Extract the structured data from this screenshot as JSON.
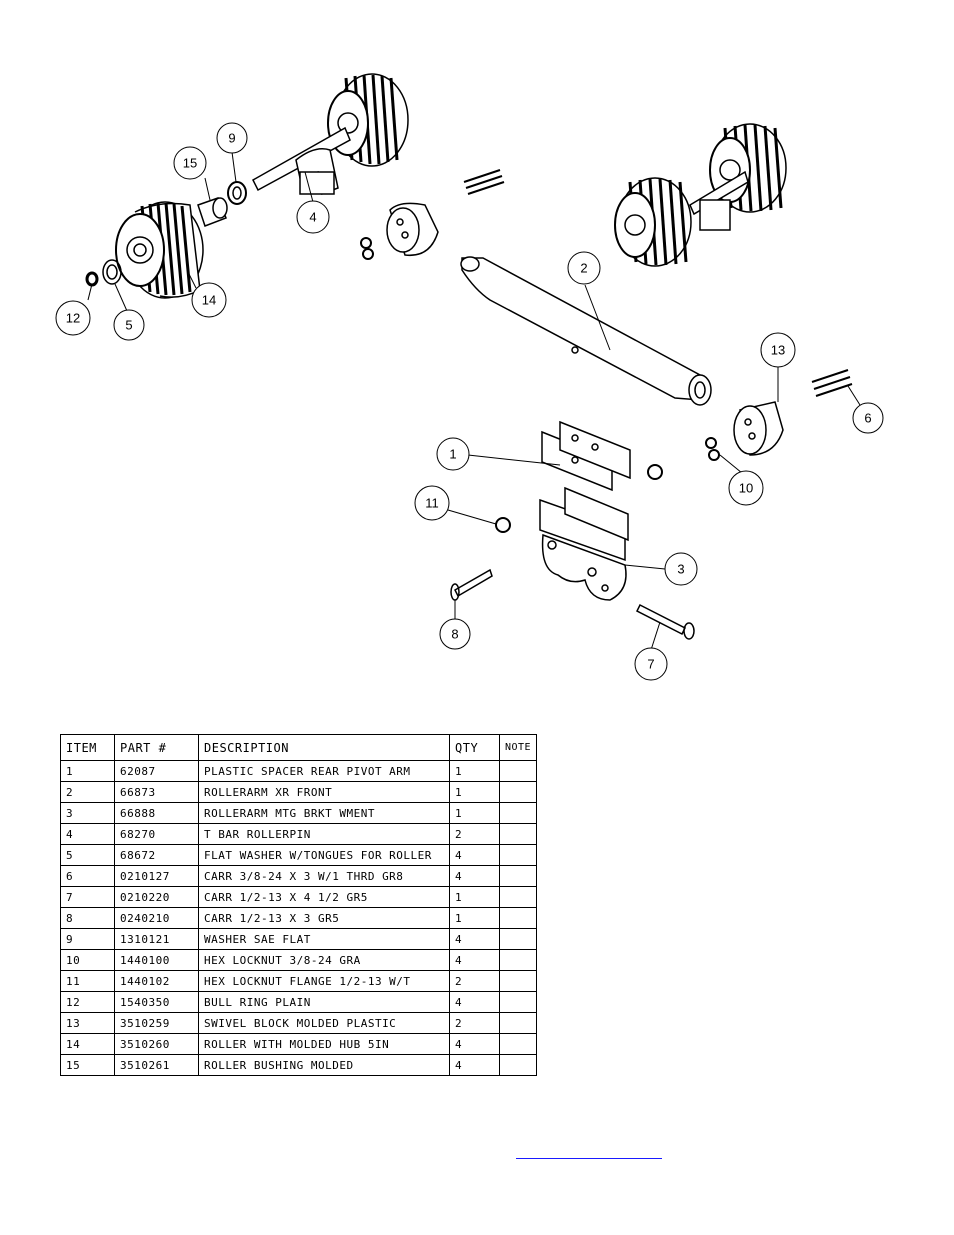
{
  "callouts": [
    "1",
    "2",
    "3",
    "4",
    "5",
    "6",
    "7",
    "8",
    "9",
    "10",
    "11",
    "12",
    "13",
    "14",
    "15"
  ],
  "table": {
    "headers": [
      "ITEM",
      "PART #",
      "DESCRIPTION",
      "QTY",
      "NOTE"
    ],
    "rows": [
      {
        "item": "1",
        "part": "62087",
        "description": "PLASTIC SPACER REAR PIVOT ARM",
        "qty": "1",
        "note": ""
      },
      {
        "item": "2",
        "part": "66873",
        "description": "ROLLERARM XR FRONT",
        "qty": "1",
        "note": ""
      },
      {
        "item": "3",
        "part": "66888",
        "description": "ROLLERARM MTG BRKT WMENT",
        "qty": "1",
        "note": ""
      },
      {
        "item": "4",
        "part": "68270",
        "description": "T BAR ROLLERPIN",
        "qty": "2",
        "note": ""
      },
      {
        "item": "5",
        "part": "68672",
        "description": "FLAT WASHER W/TONGUES FOR ROLLER",
        "qty": "4",
        "note": ""
      },
      {
        "item": "6",
        "part": "0210127",
        "description": "CARR 3/8-24 X 3 W/1 THRD GR8",
        "qty": "4",
        "note": ""
      },
      {
        "item": "7",
        "part": "0210220",
        "description": "CARR 1/2-13 X 4 1/2 GR5",
        "qty": "1",
        "note": ""
      },
      {
        "item": "8",
        "part": "0240210",
        "description": "CARR 1/2-13 X 3 GR5",
        "qty": "1",
        "note": ""
      },
      {
        "item": "9",
        "part": "1310121",
        "description": "WASHER SAE FLAT",
        "qty": "4",
        "note": ""
      },
      {
        "item": "10",
        "part": "1440100",
        "description": "HEX LOCKNUT 3/8-24 GRA",
        "qty": "4",
        "note": ""
      },
      {
        "item": "11",
        "part": "1440102",
        "description": "HEX LOCKNUT FLANGE 1/2-13 W/T",
        "qty": "2",
        "note": ""
      },
      {
        "item": "12",
        "part": "1540350",
        "description": "BULL RING PLAIN",
        "qty": "4",
        "note": ""
      },
      {
        "item": "13",
        "part": "3510259",
        "description": "SWIVEL BLOCK MOLDED PLASTIC",
        "qty": "2",
        "note": ""
      },
      {
        "item": "14",
        "part": "3510260",
        "description": "ROLLER WITH MOLDED HUB  5IN",
        "qty": "4",
        "note": ""
      },
      {
        "item": "15",
        "part": "3510261",
        "description": "ROLLER BUSHING MOLDED",
        "qty": "4",
        "note": ""
      }
    ]
  },
  "colors": {
    "line": "#000000",
    "link": "#1a1aff",
    "background": "#ffffff"
  }
}
